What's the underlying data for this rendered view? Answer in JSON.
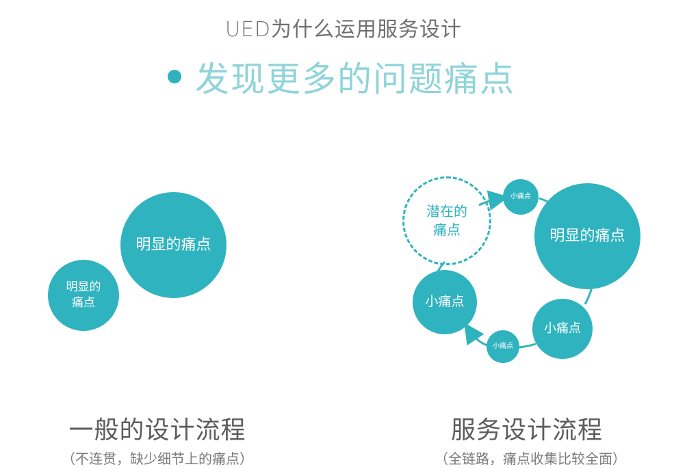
{
  "header": {
    "title": "UED为什么运用服务设计",
    "headline": "发现更多的问题痛点"
  },
  "left_diagram": {
    "big_circle": "明显的痛点",
    "small_circle_line1": "明显的",
    "small_circle_line2": "痛点",
    "caption": "一般的设计流程",
    "subcaption": "（不连贯，缺少细节上的痛点）"
  },
  "right_diagram": {
    "potential_line1": "潜在的",
    "potential_line2": "痛点",
    "tiny_top": "小痛点",
    "big_circle": "明显的痛点",
    "small_left": "小痛点",
    "small_right": "小痛点",
    "tiny_bottom": "小痛点",
    "caption": "服务设计流程",
    "subcaption": "（全链路，痛点收集比较全面）"
  },
  "colors": {
    "accent": "#2fb3bf",
    "headline_text": "#8fd4d9"
  }
}
